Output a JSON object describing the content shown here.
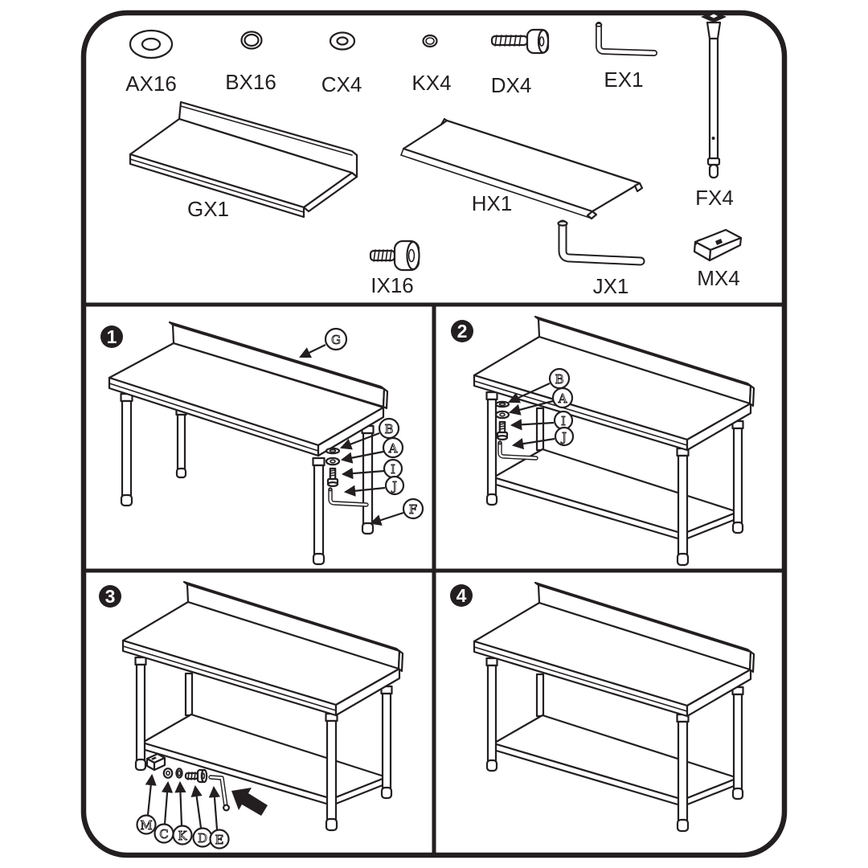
{
  "colors": {
    "line": "#231f20",
    "background": "#ffffff",
    "badge_fill": "#0d0d0d",
    "badge_numeral": "#ffffff"
  },
  "parts_list": [
    {
      "id": "A",
      "label": "AX16",
      "name": "flat-washer-large"
    },
    {
      "id": "B",
      "label": "BX16",
      "name": "washer"
    },
    {
      "id": "C",
      "label": "CX4",
      "name": "flat-washer"
    },
    {
      "id": "K",
      "label": "KX4",
      "name": "small-washer"
    },
    {
      "id": "D",
      "label": "DX4",
      "name": "socket-head-bolt"
    },
    {
      "id": "E",
      "label": "EX1",
      "name": "allen-key"
    },
    {
      "id": "G",
      "label": "GX1",
      "name": "tabletop-with-backsplash"
    },
    {
      "id": "H",
      "label": "HX1",
      "name": "under-shelf-panel"
    },
    {
      "id": "F",
      "label": "FX4",
      "name": "table-leg"
    },
    {
      "id": "I",
      "label": "IX16",
      "name": "socket-head-bolt-large"
    },
    {
      "id": "J",
      "label": "JX1",
      "name": "long-hex-wrench"
    },
    {
      "id": "M",
      "label": "MX4",
      "name": "shelf-clamp"
    }
  ],
  "steps": [
    {
      "number": "1",
      "callouts": {
        "g": "G",
        "b": "B",
        "a": "A",
        "i": "I",
        "j": "J",
        "f": "F"
      }
    },
    {
      "number": "2",
      "callouts": {
        "b": "B",
        "a": "A",
        "i": "I",
        "j": "J"
      }
    },
    {
      "number": "3",
      "callouts": {
        "m": "M",
        "c": "C",
        "k": "K",
        "d": "D",
        "e": "E"
      }
    },
    {
      "number": "4",
      "callouts": {}
    }
  ]
}
